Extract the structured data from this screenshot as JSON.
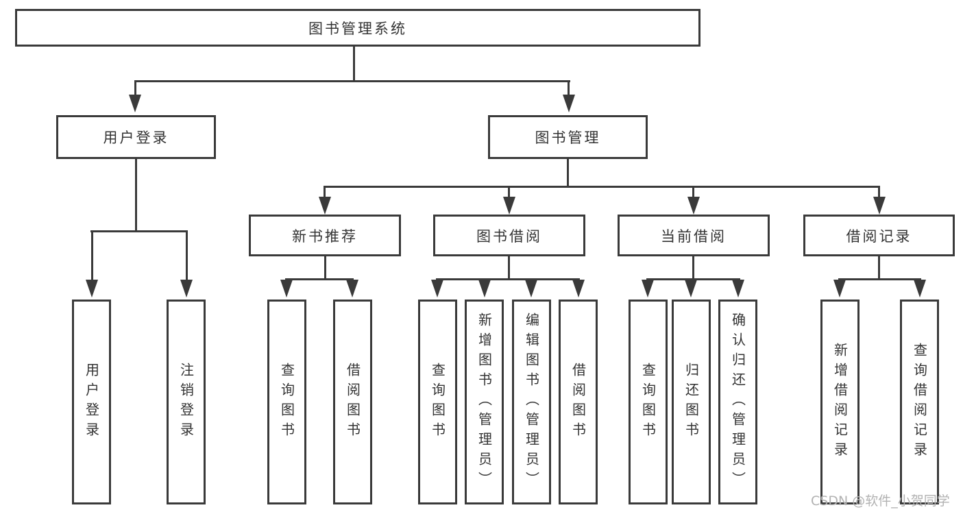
{
  "diagram": {
    "type": "hierarchy-tree",
    "root": {
      "label": "图书管理系统"
    },
    "level2": {
      "user_login_module": {
        "label": "用户登录"
      },
      "book_management_module": {
        "label": "图书管理"
      }
    },
    "level3": {
      "new_book_recommend": {
        "label": "新书推荐",
        "parent": "图书管理"
      },
      "book_borrowing": {
        "label": "图书借阅",
        "parent": "图书管理"
      },
      "current_borrowing": {
        "label": "当前借阅",
        "parent": "图书管理"
      },
      "borrowing_records": {
        "label": "借阅记录",
        "parent": "图书管理"
      }
    },
    "leaves": {
      "user_login": {
        "label": "用户登录",
        "parent": "用户登录"
      },
      "logout": {
        "label": "注销登录",
        "parent": "用户登录"
      },
      "query_books_recommend": {
        "label": "查询图书",
        "parent": "新书推荐"
      },
      "borrow_books_recommend": {
        "label": "借阅图书",
        "parent": "新书推荐"
      },
      "query_books_borrow": {
        "label": "查询图书",
        "parent": "图书借阅"
      },
      "add_book_admin": {
        "label": "新增图书（管理员）",
        "parent": "图书借阅"
      },
      "edit_book_admin": {
        "label": "编辑图书（管理员）",
        "parent": "图书借阅"
      },
      "borrow_books_borrow": {
        "label": "借阅图书",
        "parent": "图书借阅"
      },
      "query_books_current": {
        "label": "查询图书",
        "parent": "当前借阅"
      },
      "return_book": {
        "label": "归还图书",
        "parent": "当前借阅"
      },
      "confirm_return_admin": {
        "label": "确认归还（管理员）",
        "parent": "当前借阅"
      },
      "add_borrow_record": {
        "label": "新增借阅记录",
        "parent": "借阅记录"
      },
      "query_borrow_record": {
        "label": "查询借阅记录",
        "parent": "借阅记录"
      }
    }
  },
  "watermark": "CSDN @软件_小贺同学",
  "colors": {
    "line": "#3a3a3a",
    "text": "#333333",
    "watermark": "#b2b2b2",
    "background": "#ffffff"
  }
}
